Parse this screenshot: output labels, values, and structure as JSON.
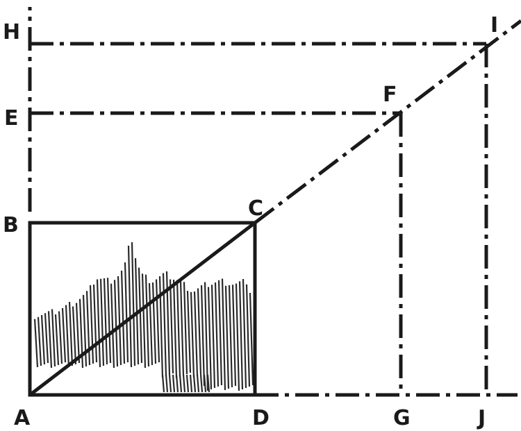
{
  "labels": {
    "A": "A",
    "B": "B",
    "C": "C",
    "D": "D",
    "E": "E",
    "F": "F",
    "G": "G",
    "H": "H",
    "I": "I",
    "J": "J"
  },
  "colors": {
    "ink": "#1a1a1a",
    "background": "#ffffff"
  }
}
